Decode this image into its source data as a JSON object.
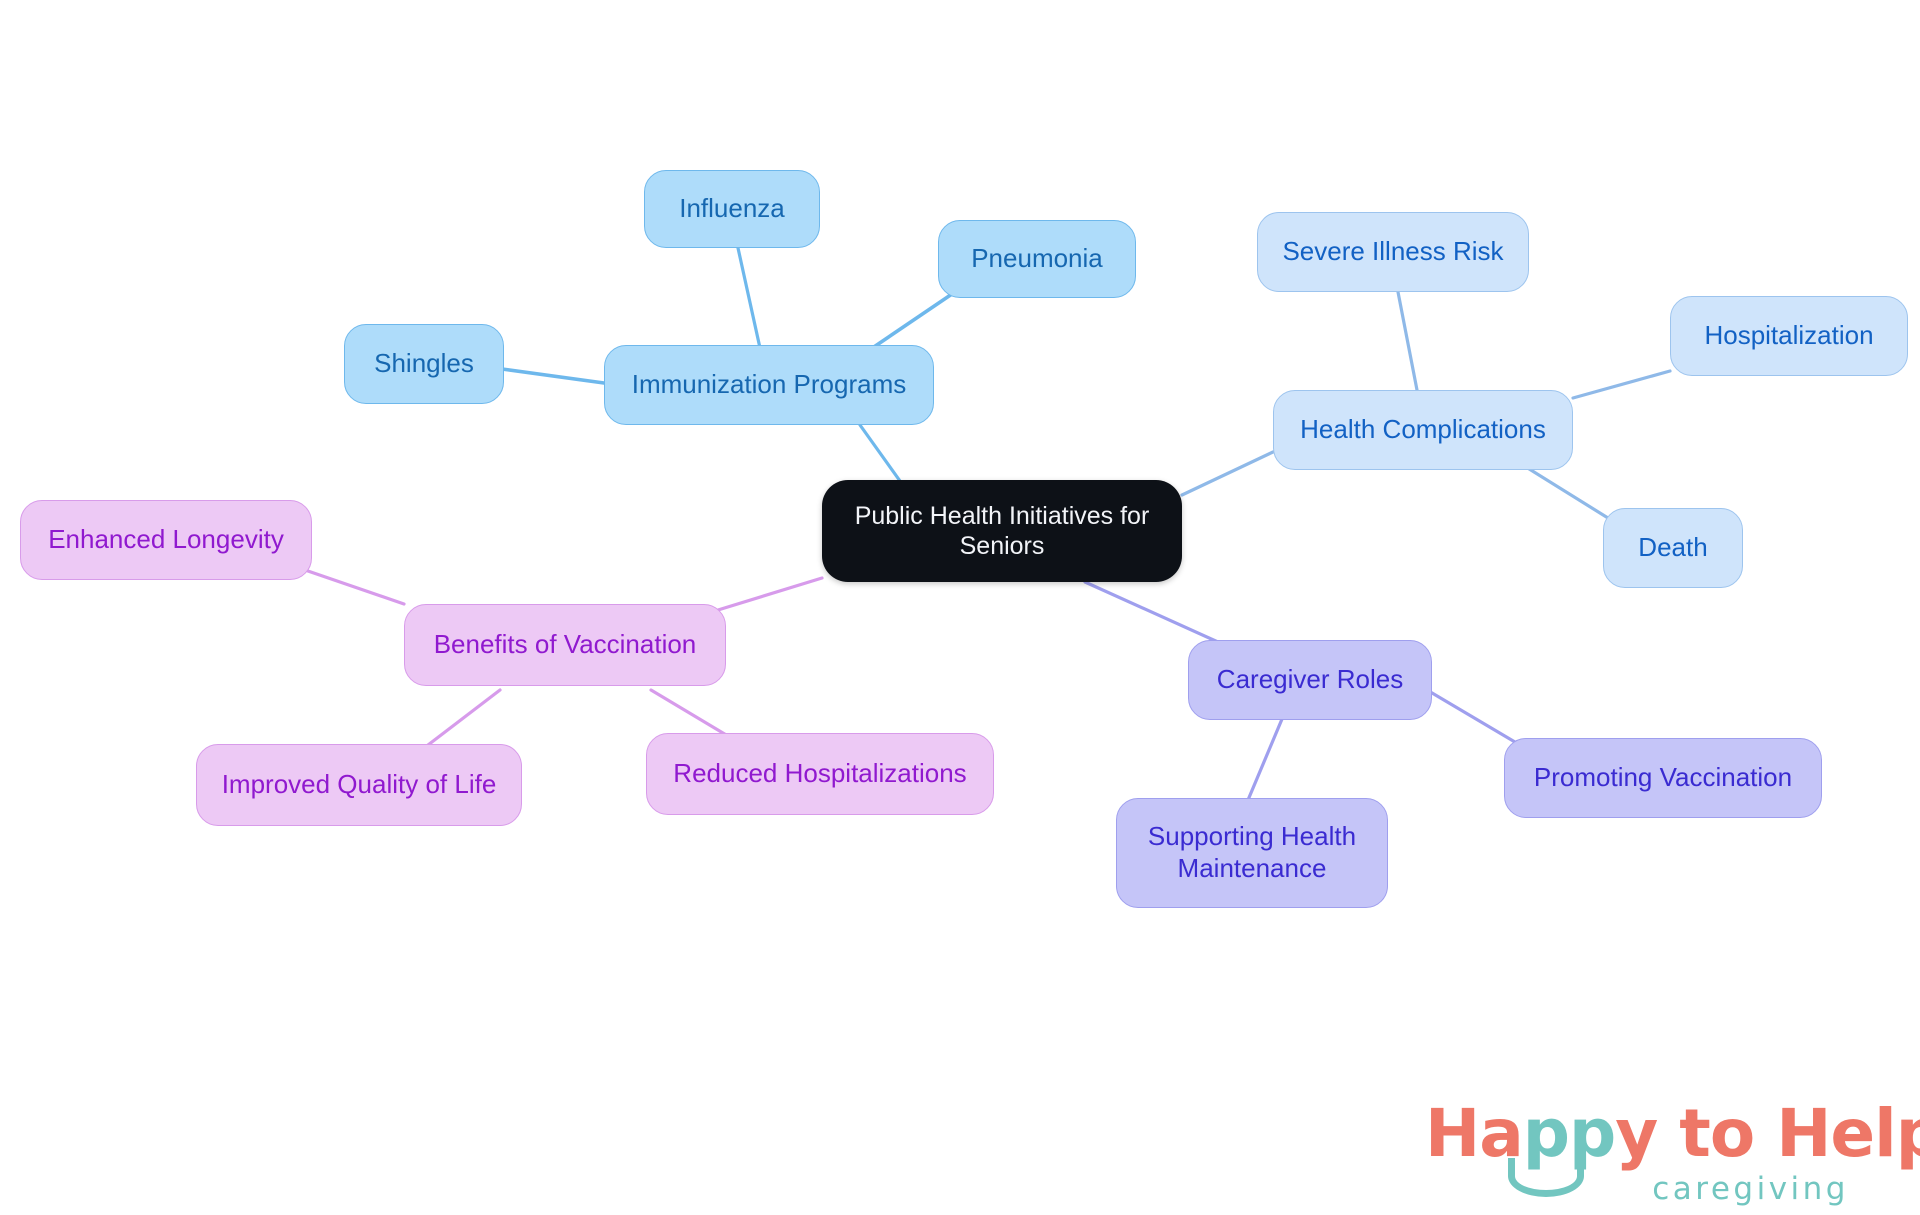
{
  "diagram": {
    "type": "mindmap",
    "title": "Public Health Initiatives for Seniors",
    "background_color": "#FFFFFF",
    "root": {
      "label": "Public Health Initiatives for\nSeniors",
      "fill": "#0D1117",
      "text_color": "#F2F4F8"
    },
    "branches": [
      {
        "id": "immunization-programs",
        "label": "Immunization Programs",
        "fill": "#AEDCFA",
        "stroke": "#6EB8EC",
        "text_color": "#1667B0",
        "children": [
          {
            "id": "influenza",
            "label": "Influenza"
          },
          {
            "id": "pneumonia",
            "label": "Pneumonia"
          },
          {
            "id": "shingles",
            "label": "Shingles"
          }
        ]
      },
      {
        "id": "health-complications",
        "label": "Health Complications",
        "fill": "#CFE4FB",
        "stroke": "#9DC4EE",
        "text_color": "#1261C4",
        "children": [
          {
            "id": "severe-illness-risk",
            "label": "Severe Illness Risk"
          },
          {
            "id": "hospitalization",
            "label": "Hospitalization"
          },
          {
            "id": "death",
            "label": "Death"
          }
        ]
      },
      {
        "id": "benefits-of-vaccination",
        "label": "Benefits of Vaccination",
        "fill": "#EDC9F5",
        "stroke": "#D89BEA",
        "text_color": "#9019CF",
        "children": [
          {
            "id": "enhanced-longevity",
            "label": "Enhanced Longevity"
          },
          {
            "id": "improved-quality-of-life",
            "label": "Improved Quality of Life"
          },
          {
            "id": "reduced-hospitalizations",
            "label": "Reduced Hospitalizations"
          }
        ]
      },
      {
        "id": "caregiver-roles",
        "label": "Caregiver Roles",
        "fill": "#C5C5F8",
        "stroke": "#9F9FEE",
        "text_color": "#3A2BD1",
        "children": [
          {
            "id": "supporting-health-maintenance",
            "label": "Supporting Health\nMaintenance"
          },
          {
            "id": "promoting-vaccination",
            "label": "Promoting Vaccination"
          }
        ]
      }
    ]
  },
  "logo": {
    "word_happy": "Happy",
    "word_happy_pp": "pp",
    "word_happy_tail": "y",
    "word_happy_head": "Ha",
    "word_to": "to",
    "word_help": "Help",
    "tagline": "caregiving",
    "coral": "#EE7767",
    "teal": "#72C6C0"
  }
}
